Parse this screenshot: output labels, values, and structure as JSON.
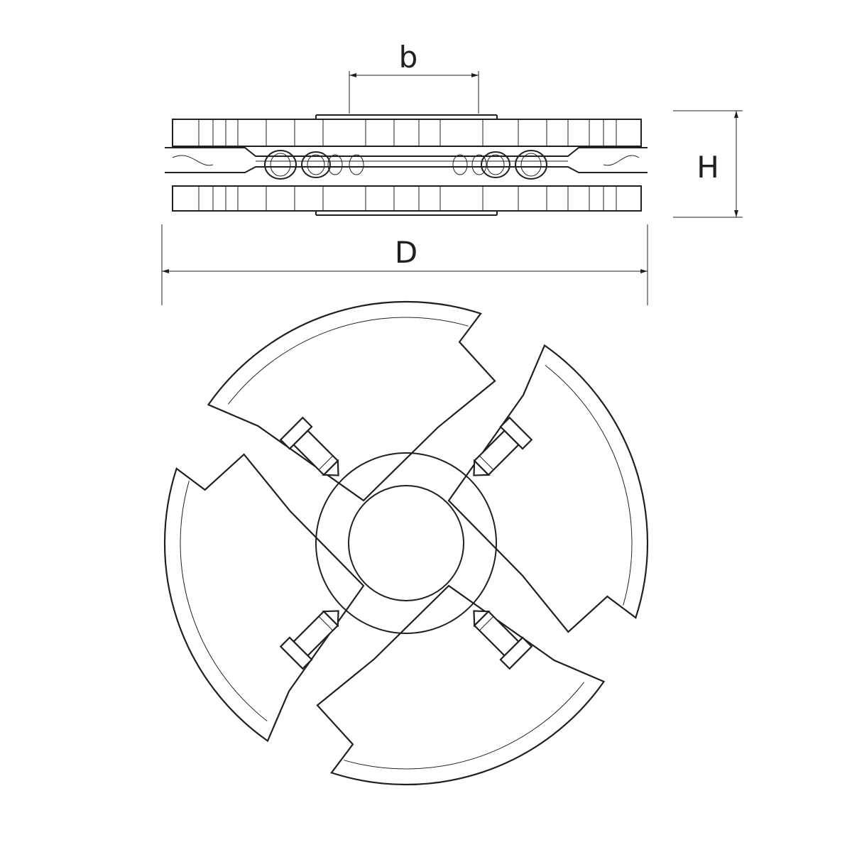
{
  "dimensions": {
    "bore_width_label": "b",
    "height_label": "H",
    "diameter_label": "D"
  },
  "views": {
    "side_view": {
      "knives_visible": 4
    },
    "top_view": {
      "knife_count": 4
    }
  },
  "colors": {
    "line": "#231f20",
    "background": "#ffffff"
  }
}
